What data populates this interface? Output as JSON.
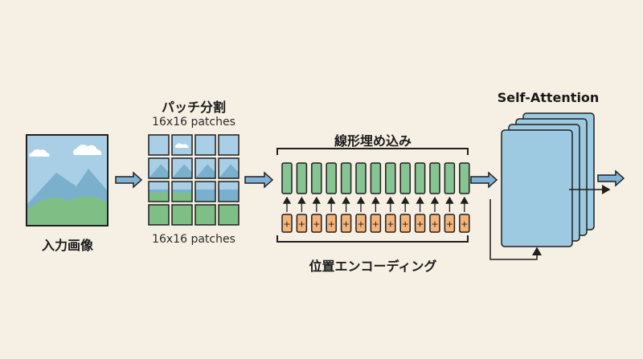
{
  "labels": {
    "input_image": "入力画像",
    "patch_split": "パッチ分割",
    "patch_size_top": "16x16 patches",
    "patch_size_bottom": "16x16 patches",
    "linear_embedding": "線形埋め込み",
    "positional_encoding": "位置エンコーディング",
    "self_attention": "Self-Attention",
    "plus": "+"
  },
  "colors": {
    "background": "#f6efe4",
    "sky": "#a9cfe6",
    "mountain_light": "#7bb0cc",
    "hill_green": "#7fbf86",
    "token_green": "#86c493",
    "pos_orange": "#f3b47a",
    "arrow_blue": "#7fb2d6",
    "attention_blue": "#9dcae0",
    "outline": "#1f1f1f"
  },
  "counts": {
    "patch_grid_rows": 4,
    "patch_grid_cols": 4,
    "tokens": 13,
    "attention_layers": 4
  }
}
